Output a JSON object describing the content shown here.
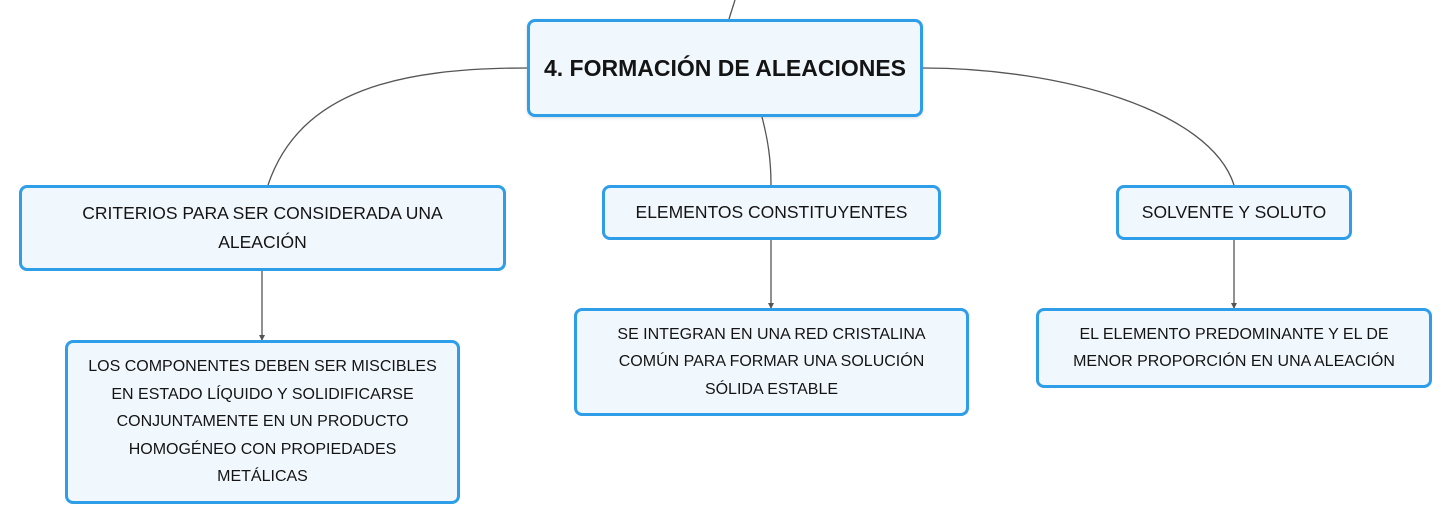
{
  "colors": {
    "node_border": "#2f9ee8",
    "node_fill": "#f1f8fd",
    "connector": "#555555"
  },
  "root": {
    "label": "4. FORMACIÓN DE ALEACIONES"
  },
  "branches": [
    {
      "label_lines": [
        "CRITERIOS PARA SER CONSIDERADA UNA",
        "ALEACIÓN"
      ],
      "detail_lines": [
        "LOS COMPONENTES DEBEN SER MISCIBLES",
        "EN ESTADO LÍQUIDO Y SOLIDIFICARSE",
        "CONJUNTAMENTE EN UN PRODUCTO",
        "HOMOGÉNEO CON PROPIEDADES",
        "METÁLICAS"
      ]
    },
    {
      "label_lines": [
        "ELEMENTOS CONSTITUYENTES"
      ],
      "detail_lines": [
        "SE INTEGRAN EN UNA RED CRISTALINA",
        "COMÚN PARA FORMAR UNA SOLUCIÓN",
        "SÓLIDA ESTABLE"
      ]
    },
    {
      "label_lines": [
        "SOLVENTE Y SOLUTO"
      ],
      "detail_lines": [
        "EL ELEMENTO PREDOMINANTE Y EL DE",
        "MENOR PROPORCIÓN EN UNA ALEACIÓN"
      ]
    }
  ]
}
